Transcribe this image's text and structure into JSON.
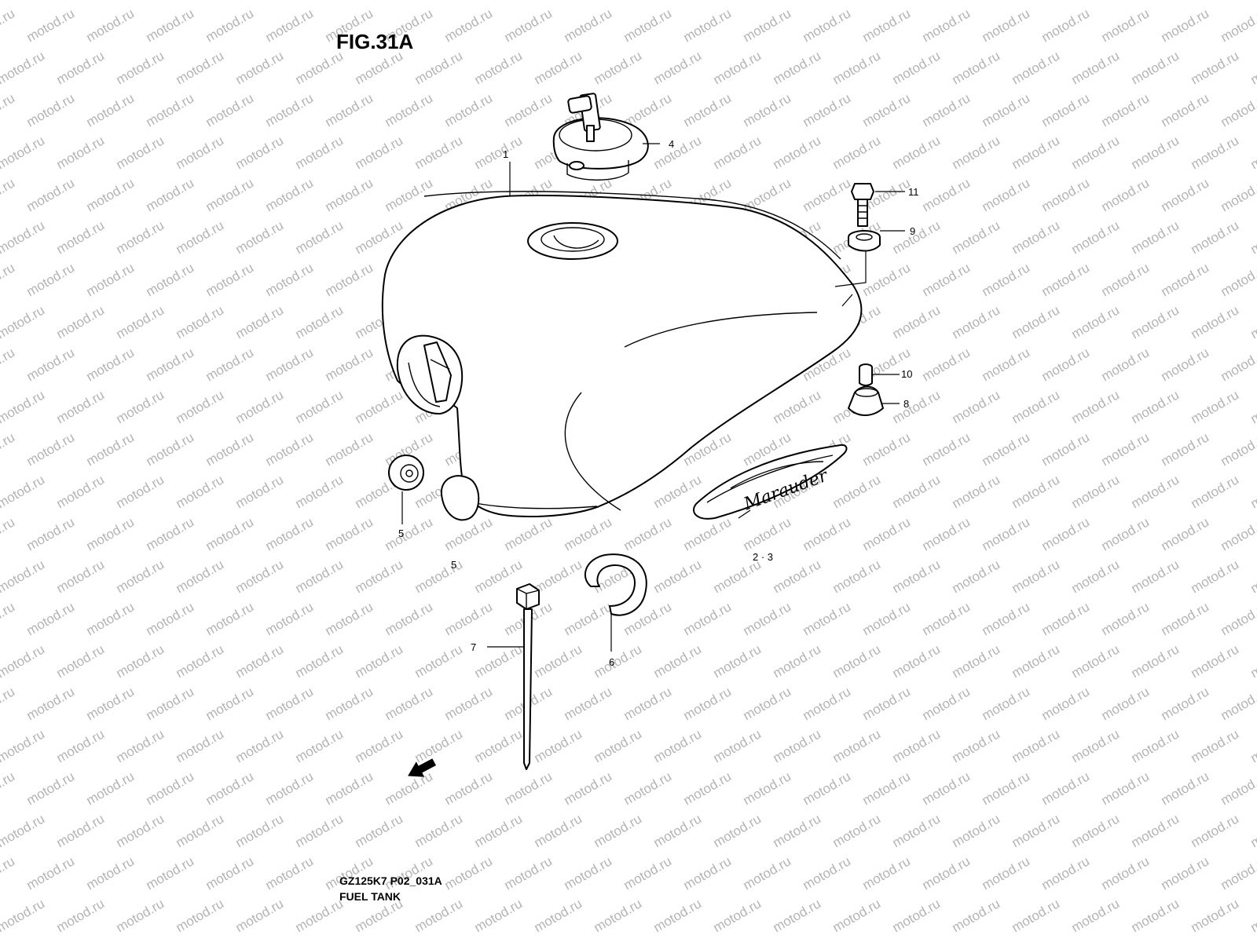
{
  "figure": {
    "title": "FIG.31A"
  },
  "watermark": {
    "text": "motod.ru",
    "color": "#b4b4b4"
  },
  "parts": [
    {
      "callout": "1"
    },
    {
      "callout": "2 · 3"
    },
    {
      "callout": "4"
    },
    {
      "callout": "5"
    },
    {
      "callout": "5"
    },
    {
      "callout": "6"
    },
    {
      "callout": "7"
    },
    {
      "callout": "8"
    },
    {
      "callout": "9"
    },
    {
      "callout": "10"
    },
    {
      "callout": "11"
    }
  ],
  "emblem": {
    "text": "Marauder"
  },
  "direction_arrow": {
    "icon": "front-direction-arrow-icon"
  },
  "footer": {
    "code": "GZ125K7 P02_031A",
    "name": "FUEL TANK"
  }
}
